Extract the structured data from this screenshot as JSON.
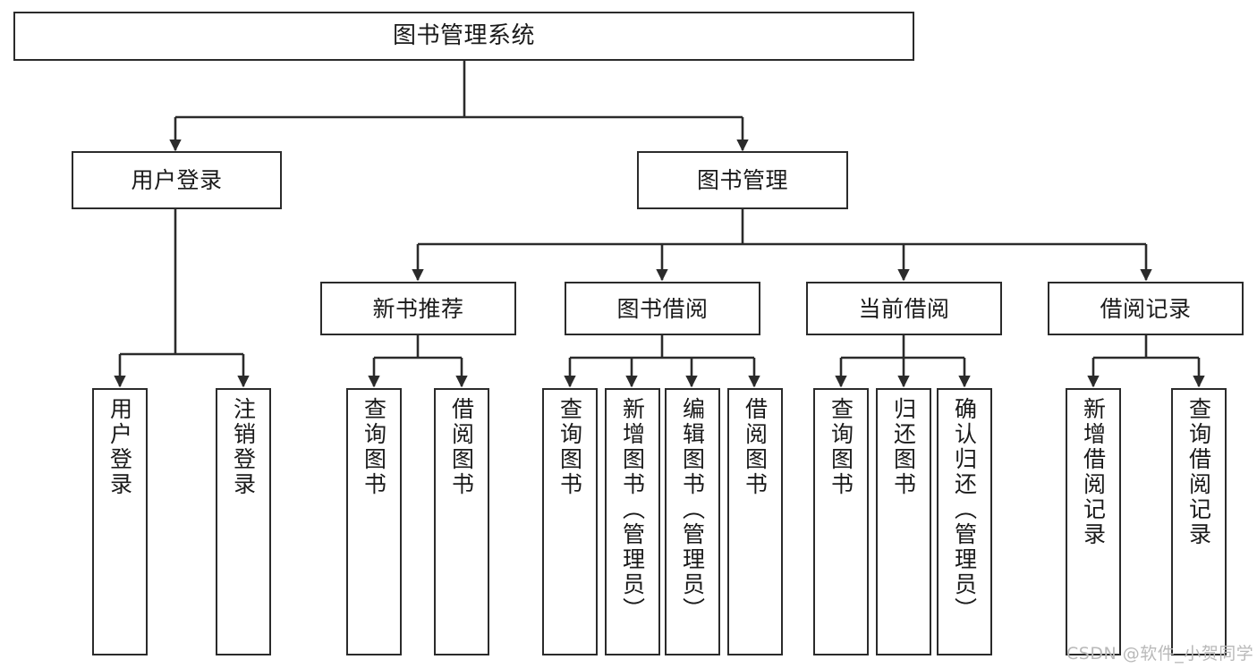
{
  "diagram": {
    "title": "图书管理系统",
    "type": "tree-hierarchy",
    "level2": [
      {
        "label": "用户登录"
      },
      {
        "label": "图书管理"
      }
    ],
    "level3": [
      {
        "label": "新书推荐"
      },
      {
        "label": "图书借阅"
      },
      {
        "label": "当前借阅"
      },
      {
        "label": "借阅记录"
      }
    ],
    "leaves": {
      "user_login": [
        {
          "label": "用户登录"
        },
        {
          "label": "注销登录"
        }
      ],
      "new_book_recommend": [
        {
          "label": "查询图书"
        },
        {
          "label": "借阅图书"
        }
      ],
      "book_borrow": [
        {
          "label": "查询图书"
        },
        {
          "label": "新增图书（管理员）"
        },
        {
          "label": "编辑图书（管理员）"
        },
        {
          "label": "借阅图书"
        }
      ],
      "current_borrow": [
        {
          "label": "查询图书"
        },
        {
          "label": "归还图书"
        },
        {
          "label": "确认归还（管理员）"
        }
      ],
      "borrow_record": [
        {
          "label": "新增借阅记录"
        },
        {
          "label": "查询借阅记录"
        }
      ]
    }
  },
  "watermark": {
    "text": "CSDN @软件_小贺同学"
  },
  "colors": {
    "stroke": "#2b2b2b",
    "background": "#ffffff",
    "text": "#1a1a1a",
    "watermark": "#b9b9b9"
  }
}
